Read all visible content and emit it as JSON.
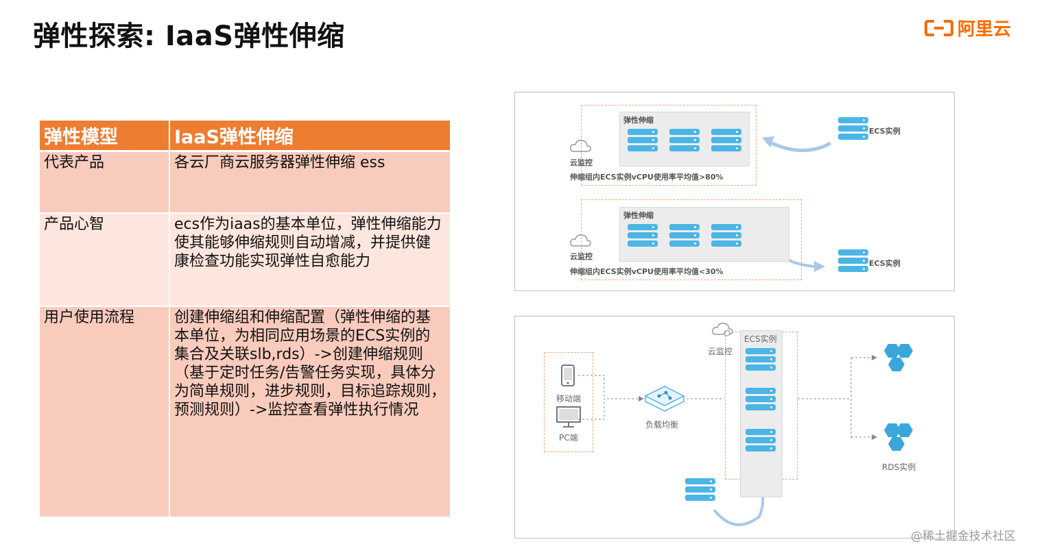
{
  "header": {
    "title": "弹性探索: IaaS弹性伸缩",
    "logo_text": "阿里云",
    "logo_color": "#ff6a00"
  },
  "table": {
    "headers": [
      "弹性模型",
      "IaaS弹性伸缩"
    ],
    "rows": [
      {
        "label": "代表产品",
        "lines": [
          "各云厂商云服务器弹性伸缩 ess"
        ]
      },
      {
        "label": "产品心智",
        "lines": [
          "ecs作为iaas的基本单位，弹性伸缩能力",
          "使其能够伸缩规则自动增减，并提供健",
          "康检查功能实现弹性自愈能力"
        ]
      },
      {
        "label": "用户使用流程",
        "lines": [
          "创建伸缩组和伸缩配置（弹性伸缩的基",
          "本单位，为相同应用场景的ECS实例的",
          "集合及关联slb,rds）->创建伸缩规则",
          "（基于定时任务/告警任务实现，具体分",
          "为简单规则，进步规则，目标追踪规则，",
          "预测规则）->监控查看弹性执行情况"
        ]
      }
    ],
    "header_color": "#ed7d31"
  },
  "diagram_top": {
    "group_label": "弹性伸缩",
    "monitor_label": "云监控",
    "ecs_label": "ECS实例",
    "scale_out_caption": "伸缩组内ECS实例vCPU使用率平均值>80%",
    "scale_in_caption": "伸缩组内ECS实例vCPU使用率平均值<30%"
  },
  "diagram_bottom": {
    "mobile_label": "移动端",
    "pc_label": "PC端",
    "slb_label": "负载均衡",
    "monitor_label": "云监控",
    "ecs_label": "ECS实例",
    "rds_label": "RDS实例"
  },
  "watermark": "@稀土掘金技术社区"
}
